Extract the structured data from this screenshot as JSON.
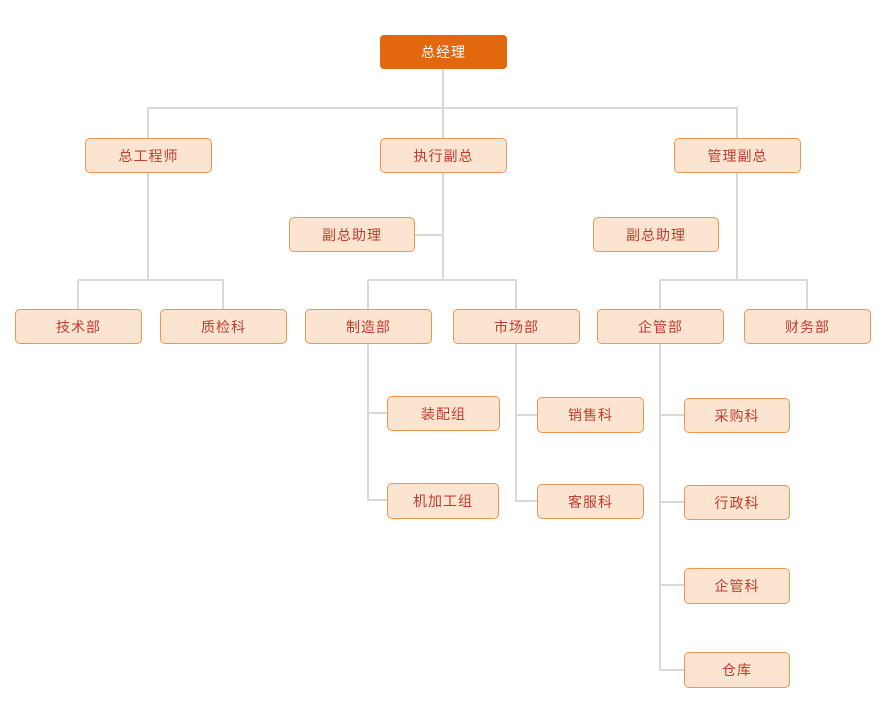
{
  "diagram": {
    "type": "org-chart",
    "hierarchy": [
      {
        "label": "总经理",
        "children": [
          {
            "label": "总工程师",
            "children": [
              {
                "label": "技术部"
              },
              {
                "label": "质检科"
              }
            ]
          },
          {
            "label": "执行副总",
            "assistant": "副总助理",
            "children": [
              {
                "label": "制造部",
                "children": [
                  {
                    "label": "装配组"
                  },
                  {
                    "label": "机加工组"
                  }
                ]
              },
              {
                "label": "市场部",
                "children": [
                  {
                    "label": "销售科"
                  },
                  {
                    "label": "客服科"
                  }
                ]
              }
            ]
          },
          {
            "label": "管理副总",
            "assistant": "副总助理",
            "children": [
              {
                "label": "企管部",
                "children": [
                  {
                    "label": "采购科"
                  },
                  {
                    "label": "行政科"
                  },
                  {
                    "label": "企管科"
                  },
                  {
                    "label": "仓库"
                  }
                ]
              },
              {
                "label": "财务部"
              }
            ]
          }
        ]
      }
    ]
  },
  "nodes": {
    "ceo": {
      "label": "总经理"
    },
    "chief_engineer": {
      "label": "总工程师"
    },
    "executive_vp": {
      "label": "执行副总"
    },
    "management_vp": {
      "label": "管理副总"
    },
    "vp_assistant_left": {
      "label": "副总助理"
    },
    "vp_assistant_right": {
      "label": "副总助理"
    },
    "tech_dept": {
      "label": "技术部"
    },
    "qc_section": {
      "label": "质检科"
    },
    "manufacturing_dept": {
      "label": "制造部"
    },
    "marketing_dept": {
      "label": "市场部"
    },
    "ent_mgmt_dept": {
      "label": "企管部"
    },
    "finance_dept": {
      "label": "财务部"
    },
    "assembly_group": {
      "label": "装配组"
    },
    "machining_group": {
      "label": "机加工组"
    },
    "sales_section": {
      "label": "销售科"
    },
    "customer_service_section": {
      "label": "客服科"
    },
    "purchasing_section": {
      "label": "采购科"
    },
    "admin_section": {
      "label": "行政科"
    },
    "ent_mgmt_section": {
      "label": "企管科"
    },
    "warehouse": {
      "label": "仓库"
    }
  },
  "colors": {
    "root_fill": "#e2670d",
    "root_text": "#ffffff",
    "node_fill": "#fce5d0",
    "node_border": "#f09655",
    "node_text": "#c23b31",
    "connector": "#d9d9d9",
    "background": "#ffffff"
  }
}
